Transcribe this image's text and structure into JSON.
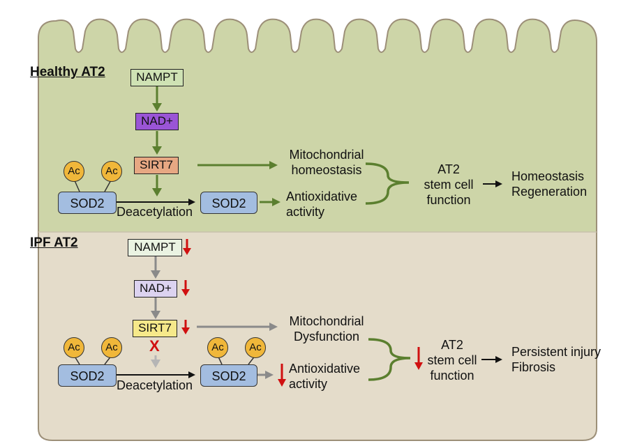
{
  "colors": {
    "healthy_bg": "#cdd5a8",
    "ipf_bg": "#e4dcca",
    "cell_outline": "#9c8f78",
    "green_arrow": "#5b7f2f",
    "gray_arrow": "#8a8a8a",
    "red_arrow": "#d01010",
    "nampt_healthy": "#cfe2b4",
    "nad_healthy": "#9a55d6",
    "sirt7_healthy": "#e7a883",
    "nampt_ipf": "#eaf3e2",
    "nad_ipf": "#dcd3f0",
    "sirt7_ipf": "#f6e98a",
    "sod2": "#a3bde0",
    "ac": "#f0b73a"
  },
  "healthy": {
    "heading": "Healthy AT2",
    "nampt": "NAMPT",
    "nad": "NAD+",
    "sirt7": "SIRT7",
    "sod2_left": "SOD2",
    "sod2_right": "SOD2",
    "ac1": "Ac",
    "ac2": "Ac",
    "deacetylation": "Deacetylation",
    "mito_line1": "Mitochondrial",
    "mito_line2": "homeostasis",
    "antiox_line1": "Antioxidative",
    "antiox_line2": "activity",
    "at2_line1": "AT2",
    "at2_line2": "stem cell",
    "at2_line3": "function",
    "outcome_line1": "Homeostasis",
    "outcome_line2": "Regeneration"
  },
  "ipf": {
    "heading": "IPF AT2",
    "nampt": "NAMPT",
    "nad": "NAD+",
    "sirt7": "SIRT7",
    "sod2_left": "SOD2",
    "sod2_right": "SOD2",
    "ac1": "Ac",
    "ac2": "Ac",
    "ac3": "Ac",
    "ac4": "Ac",
    "blocked_mark": "X",
    "deacetylation": "Deacetylation",
    "mito_line1": "Mitochondrial",
    "mito_line2": "Dysfunction",
    "antiox_line1": "Antioxidative",
    "antiox_line2": "activity",
    "at2_line1": "AT2",
    "at2_line2": "stem cell",
    "at2_line3": "function",
    "outcome_line1": "Persistent injury",
    "outcome_line2": "Fibrosis"
  }
}
